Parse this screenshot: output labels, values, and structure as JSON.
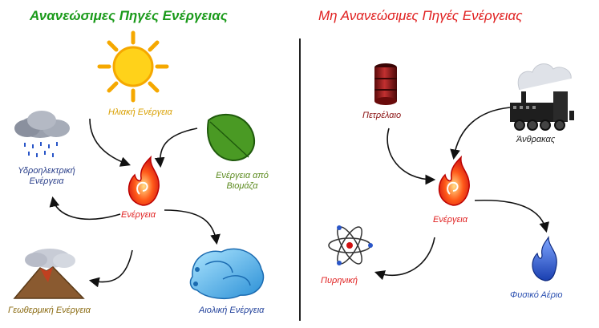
{
  "titles": {
    "renewable": "Ανανεώσιμες Πηγές Ενέργειας",
    "non_renewable": "Μη Ανανεώσιμες Πηγές Ενέργειας"
  },
  "renewable": {
    "solar": "Ηλιακή Ενέργεια",
    "hydro_line1": "Υδροηλεκτρική",
    "hydro_line2": "Ενέργεια",
    "biomass_line1": "Ενέργεια από",
    "biomass_line2": "Βιομάζα",
    "center": "Ενέργεια",
    "geothermal": "Γεωθερμική Ενέργεια",
    "wind": "Αιολική Ενέργεια"
  },
  "non_renewable": {
    "oil": "Πετρέλαιο",
    "coal": "Άνθρακας",
    "center": "Ενέργεια",
    "nuclear": "Πυρηνική",
    "gas": "Φυσικό Αέριο"
  },
  "colors": {
    "renewable_title": "#1a9a1a",
    "non_renewable_title": "#e02020",
    "solar": "#d9a000",
    "hydro": "#2a3f8a",
    "biomass": "#5b8a1e",
    "center": "#e02020",
    "geothermal": "#8a6a10",
    "wind": "#1f3f9a",
    "oil": "#8a1010",
    "coal": "#222222",
    "nuclear": "#e02020",
    "gas": "#2a4fb0"
  }
}
